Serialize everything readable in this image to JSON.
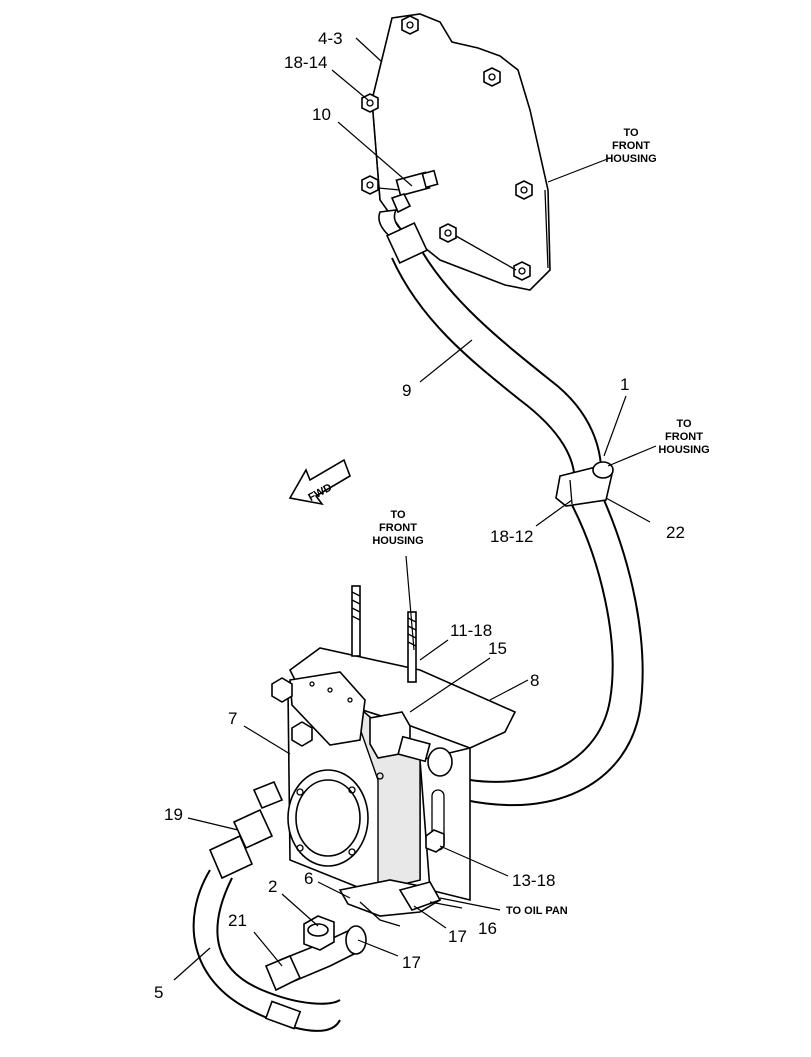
{
  "callouts": {
    "c_4_3": "4-3",
    "c_18_14": "18-14",
    "c_10": "10",
    "c_9": "9",
    "c_1": "1",
    "c_22": "22",
    "c_18_12": "18-12",
    "c_11_18": "11-18",
    "c_15": "15",
    "c_8": "8",
    "c_7": "7",
    "c_19": "19",
    "c_13_18": "13-18",
    "c_2": "2",
    "c_6": "6",
    "c_21": "21",
    "c_17a": "17",
    "c_16": "16",
    "c_17b": "17",
    "c_5": "5"
  },
  "notes": {
    "front_housing_1": [
      "TO",
      "FRONT",
      "HOUSING"
    ],
    "front_housing_2": [
      "TO",
      "FRONT",
      "HOUSING"
    ],
    "front_housing_3": [
      "TO",
      "FRONT",
      "HOUSING"
    ],
    "oil_pan": "TO OIL PAN",
    "fwd": "FWD"
  }
}
